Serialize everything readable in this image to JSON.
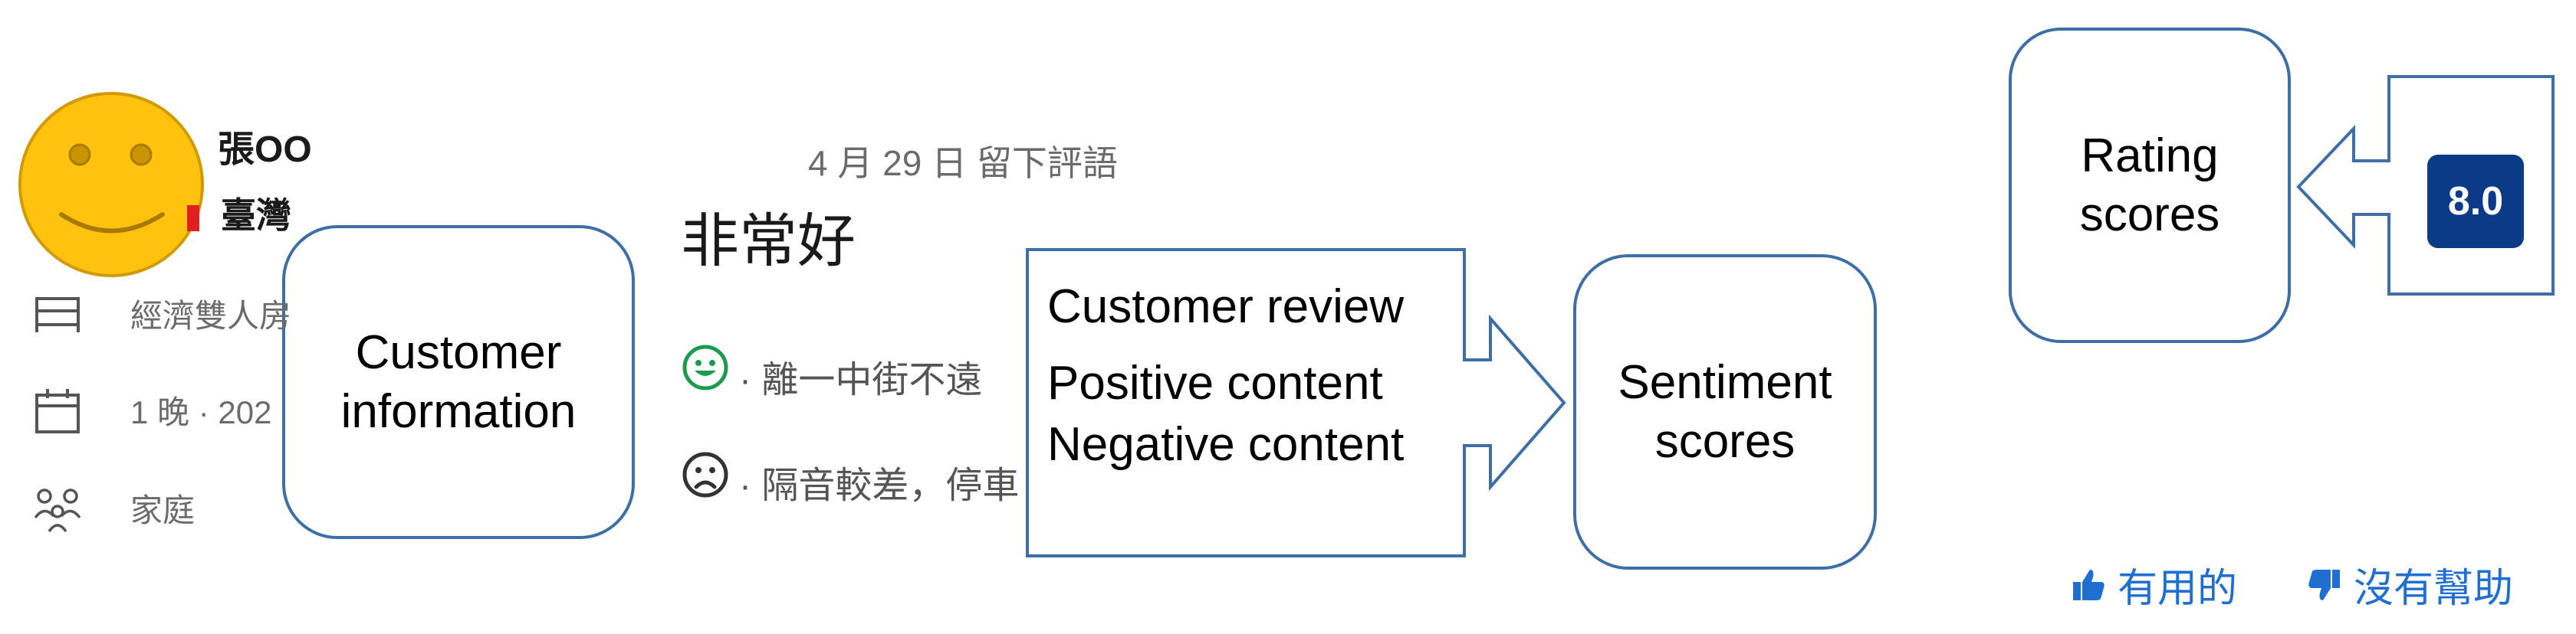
{
  "customer": {
    "name": "張OO",
    "country": "臺灣",
    "room": "經濟雙人房",
    "stay": "1 晚 · 202",
    "traveler_type": "家庭"
  },
  "review": {
    "date": "4 月 29 日 留下評語",
    "title": "非常好",
    "positive": "· 離一中街不遠",
    "negative": "· 隔音較差，停車"
  },
  "rating": {
    "score": "8.0"
  },
  "diagram": {
    "customer_info_box": "Customer information",
    "review_callout": [
      "Customer review",
      "Positive content",
      "Negative content"
    ],
    "sentiment_box": "Sentiment scores",
    "rating_box": "Rating scores"
  },
  "actions": {
    "helpful": "有用的",
    "not_helpful": "沒有幫助"
  },
  "colors": {
    "diagram_stroke": "#3d6ea6",
    "smiley_fill": "#ffc20e",
    "link": "#1f6fd1",
    "badge": "#0b3a86",
    "positive": "#1a9b4e"
  }
}
